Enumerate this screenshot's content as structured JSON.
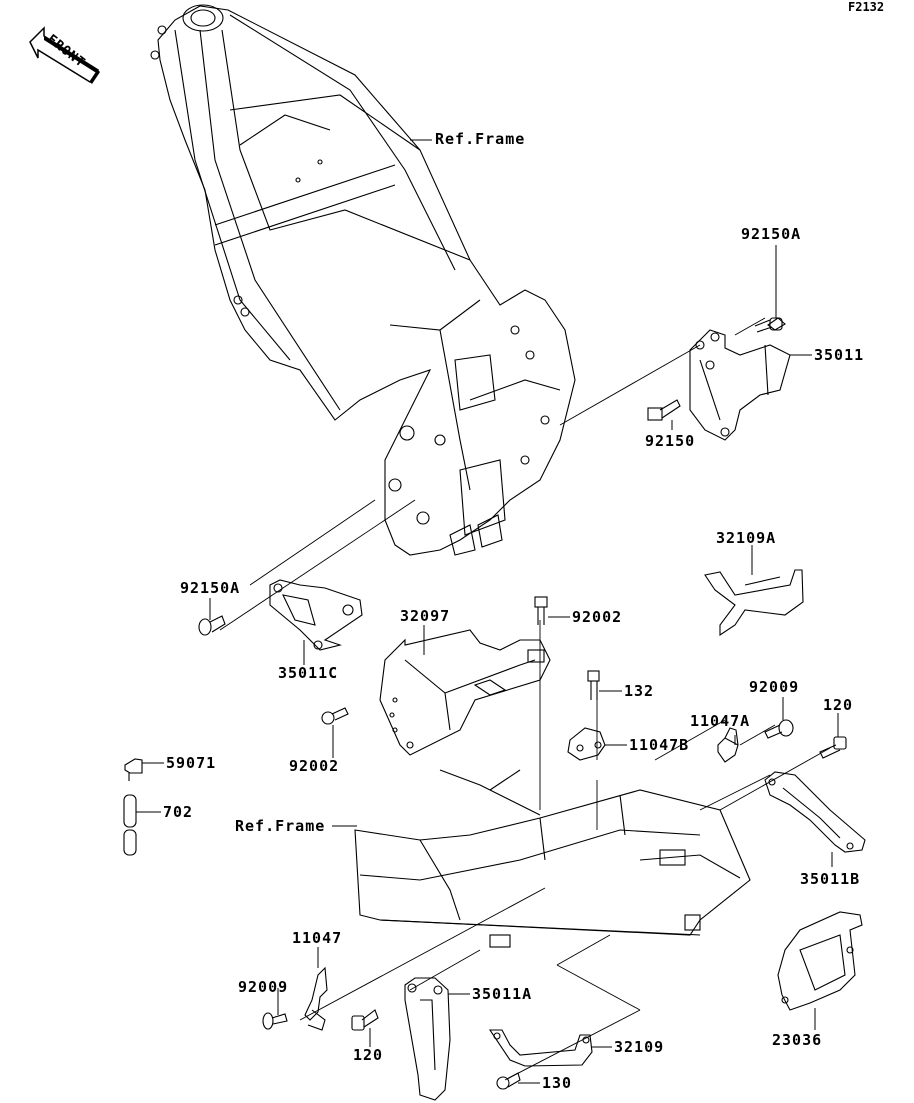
{
  "diagram": {
    "figure_code": "F2132",
    "front_indicator": "FRONT",
    "parts": [
      {
        "id": "ref-frame-top",
        "label": "Ref.Frame"
      },
      {
        "id": "92150A-right",
        "label": "92150A"
      },
      {
        "id": "35011",
        "label": "35011"
      },
      {
        "id": "92150",
        "label": "92150"
      },
      {
        "id": "32109A",
        "label": "32109A"
      },
      {
        "id": "92150A-left",
        "label": "92150A"
      },
      {
        "id": "35011C",
        "label": "35011C"
      },
      {
        "id": "32097",
        "label": "32097"
      },
      {
        "id": "92002-top",
        "label": "92002"
      },
      {
        "id": "132",
        "label": "132"
      },
      {
        "id": "92002-left",
        "label": "92002"
      },
      {
        "id": "11047A",
        "label": "11047A"
      },
      {
        "id": "92009-right",
        "label": "92009"
      },
      {
        "id": "120-right",
        "label": "120"
      },
      {
        "id": "11047B",
        "label": "11047B"
      },
      {
        "id": "59071",
        "label": "59071"
      },
      {
        "id": "702",
        "label": "702"
      },
      {
        "id": "ref-frame-bottom",
        "label": "Ref.Frame"
      },
      {
        "id": "35011B",
        "label": "35011B"
      },
      {
        "id": "11047",
        "label": "11047"
      },
      {
        "id": "92009-left",
        "label": "92009"
      },
      {
        "id": "35011A",
        "label": "35011A"
      },
      {
        "id": "120-left",
        "label": "120"
      },
      {
        "id": "32109",
        "label": "32109"
      },
      {
        "id": "130",
        "label": "130"
      },
      {
        "id": "23036",
        "label": "23036"
      }
    ]
  }
}
